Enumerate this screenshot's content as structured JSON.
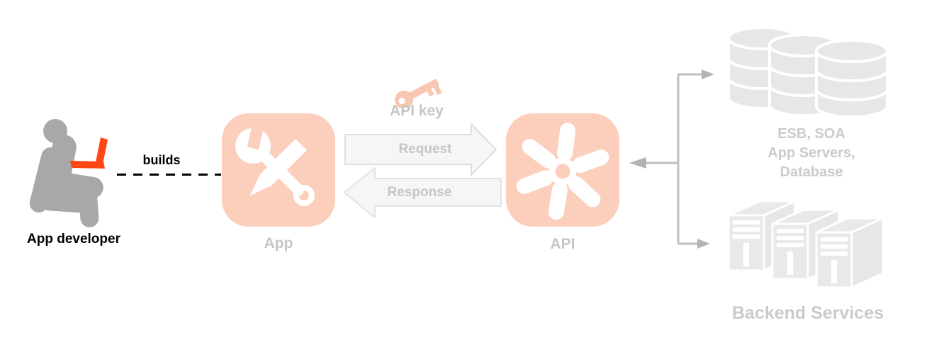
{
  "developer": {
    "label": "App developer",
    "builds_label": "builds",
    "icon": "person-with-laptop-icon"
  },
  "app": {
    "label": "App",
    "icon": "wrench-and-pencil-icon"
  },
  "exchange": {
    "api_key_label": "API key",
    "api_key_icon": "key-icon",
    "request_label": "Request",
    "response_label": "Response"
  },
  "api": {
    "label": "API",
    "icon": "pinwheel-gear-icon"
  },
  "backend": {
    "esb_label": "ESB, SOA\nApp Servers,\nDatabase",
    "services_label": "Backend Services",
    "database_icon": "database-stack-icon",
    "servers_icon": "server-towers-icon"
  },
  "colors": {
    "tile_salmon": "#fbcfbc",
    "key_salmon": "#f8c7b2",
    "laptop_orange": "#ff4713",
    "person_gray": "#a8a8a8",
    "muted_label_gray": "#c6c6c6",
    "backend_label_gray": "#cbcbcb",
    "shape_gray": "#e7e7e7",
    "connector_gray": "#bfbfbf",
    "arrow_fill": "#f6f6f6",
    "arrow_border": "#dedede",
    "text_black": "#000000"
  }
}
